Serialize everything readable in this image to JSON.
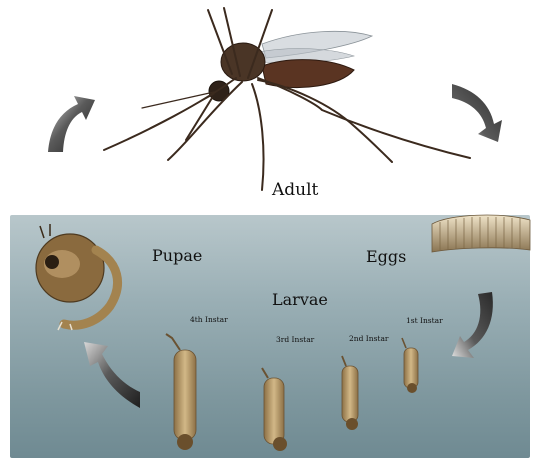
{
  "labels": {
    "adult": "Adult",
    "pupae": "Pupae",
    "eggs": "Eggs",
    "larvae": "Larvae",
    "instar_4": "4th Instar",
    "instar_3": "3rd Instar",
    "instar_2": "2nd Instar",
    "instar_1": "1st Instar"
  },
  "colors": {
    "water": "#8fa6ac",
    "arrow": "#3a3a3a",
    "mosquito_body": "#4a3526",
    "larva": "#b39463",
    "pupa": "#8a6a3e",
    "eggs": "#c9b28a"
  }
}
